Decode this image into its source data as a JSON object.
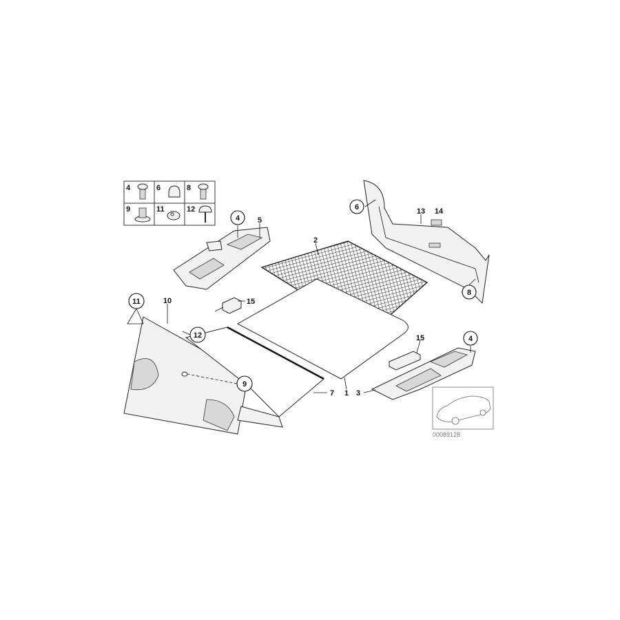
{
  "diagram": {
    "parts_grid": {
      "labels": [
        "4",
        "6",
        "8",
        "9",
        "11",
        "12"
      ]
    },
    "callouts": {
      "c6": {
        "text": "6",
        "circled": true
      },
      "c13": {
        "text": "13",
        "circled": false
      },
      "c14": {
        "text": "14",
        "circled": false
      },
      "c4a": {
        "text": "4",
        "circled": true
      },
      "c5": {
        "text": "5",
        "circled": false
      },
      "c2": {
        "text": "2",
        "circled": false
      },
      "c8": {
        "text": "8",
        "circled": true
      },
      "c11": {
        "text": "11",
        "circled": true
      },
      "c10": {
        "text": "10",
        "circled": false
      },
      "c15a": {
        "text": "15",
        "circled": false
      },
      "c12": {
        "text": "12",
        "circled": true
      },
      "c15b": {
        "text": "15",
        "circled": false
      },
      "c4b": {
        "text": "4",
        "circled": true
      },
      "c9": {
        "text": "9",
        "circled": true
      },
      "c7": {
        "text": "7",
        "circled": false
      },
      "c1": {
        "text": "1",
        "circled": false
      },
      "c3": {
        "text": "3",
        "circled": false
      }
    },
    "reference_number": "00089128"
  }
}
